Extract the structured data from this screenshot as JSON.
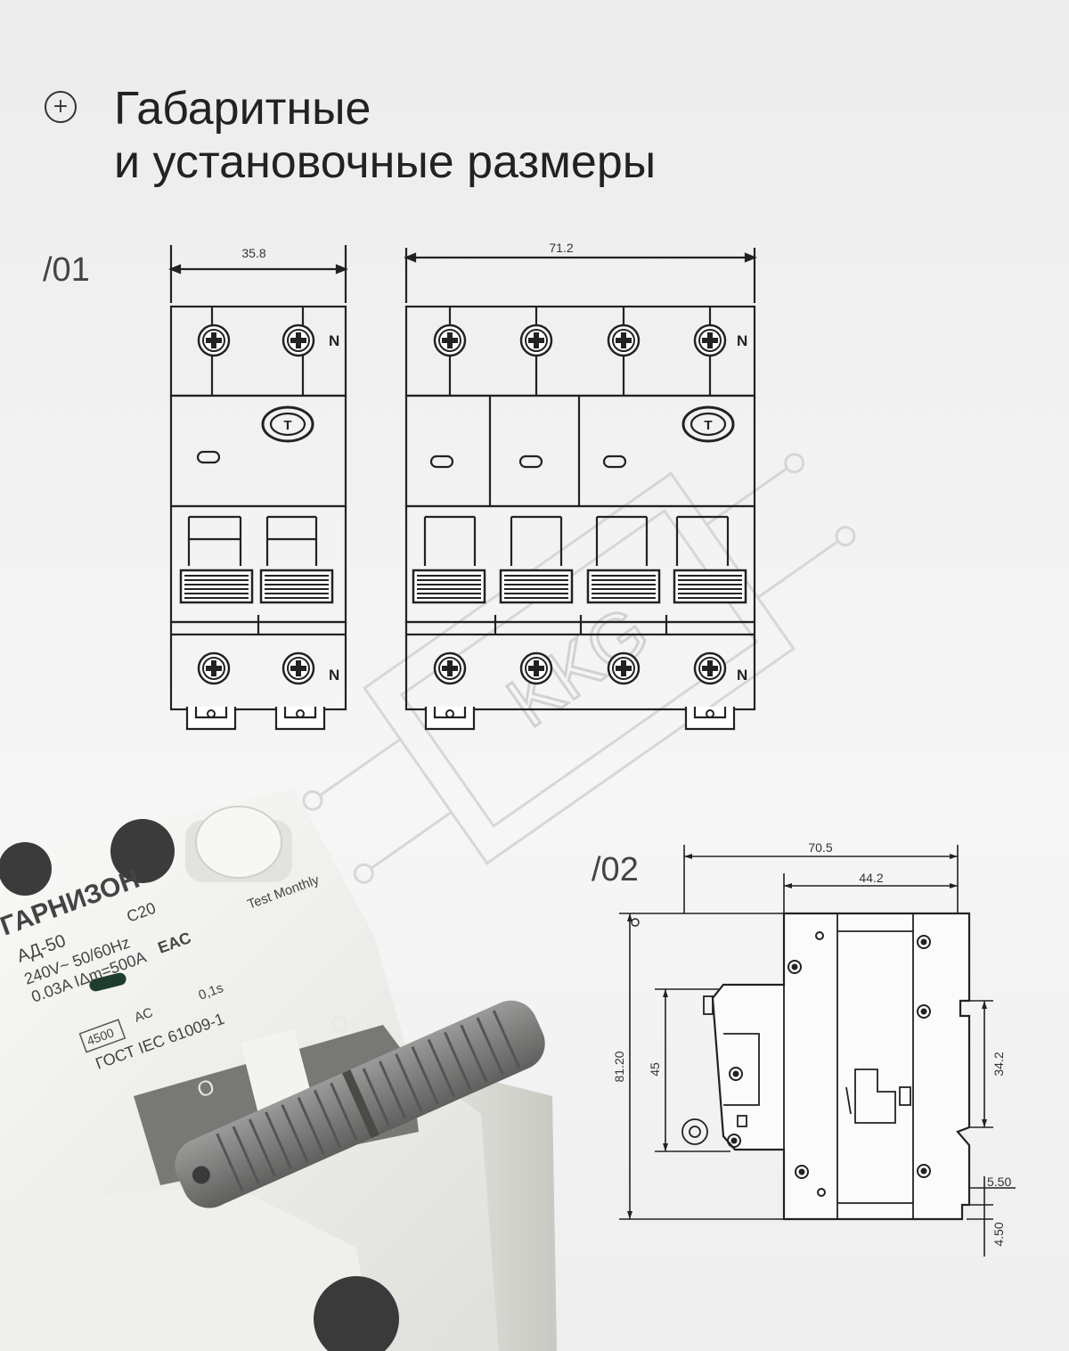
{
  "title": {
    "line1": "Габаритные",
    "line2": "и установочные размеры"
  },
  "icons": {
    "title_icon": "plus-circle-icon",
    "watermark": "kkg-logo-watermark"
  },
  "view01": {
    "label": "/01",
    "width_2pole": "35.8",
    "width_4pole": "71.2",
    "neutral_mark": "N",
    "test_button_mark": "T"
  },
  "view02": {
    "label": "/02",
    "dim_total_depth": "70.5",
    "dim_front_depth": "44.2",
    "dim_height": "81.20",
    "dim_front_height": "45",
    "dim_rail": "34.2",
    "dim_5_50": "5.50",
    "dim_4_50": "4.50"
  },
  "device": {
    "brand": "ГАРНИЗОН",
    "model": "АД-50",
    "rating": "C20",
    "voltage": "240V~ 50/60Hz",
    "currents": "0.03A  IΔm=500A",
    "breaking": "4500",
    "type": "AC",
    "time": "0,1s",
    "standard": "ГОСТ IEC 61009-1",
    "test": "Test Monthly",
    "eac": "EAC",
    "off_mark": "O"
  },
  "colors": {
    "drawing_line": "#222222",
    "device_body": "#f1f1ee",
    "handle": "#7a7a7a"
  }
}
